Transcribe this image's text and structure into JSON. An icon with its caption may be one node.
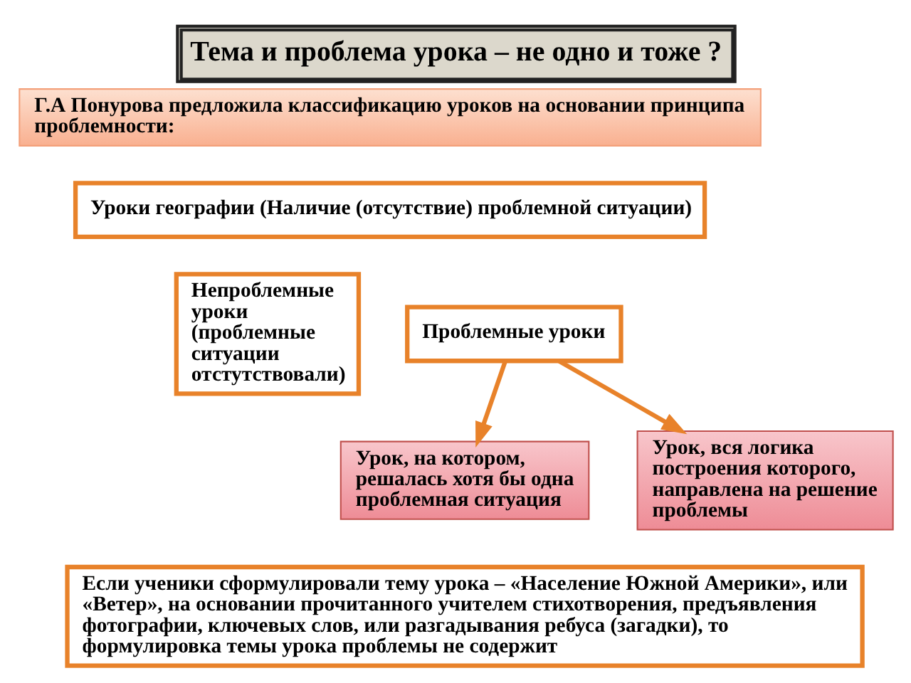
{
  "diagram": {
    "title": "Тема и проблема урока – не одно и тоже ?",
    "nodes": [
      {
        "text": [
          "Г.А Понурова предложила классификацию уроков на основании принципа проблемности:"
        ]
      },
      {
        "text": [
          "Уроки географии (Наличие (отсутствие) проблемной ситуации)"
        ]
      },
      {
        "text": [
          "Непроблемные уроки (проблемные ситуации отстутствовали)"
        ]
      },
      {
        "text": [
          "Проблемные уроки"
        ]
      },
      {
        "text": [
          "Урок, на котором, решалась хотя бы одна проблемная ситуация"
        ]
      },
      {
        "text": [
          "Урок, вся логика построения которого, направлена на решение проблемы"
        ]
      },
      {
        "text": [
          "Если ученики сформулировали тему урока – «Население Южной Америки», или «Ветер», на основании прочитанного учителем стихотворения, предъявления фотографии, ключевых слов, или разгадывания ребуса (загадки), то формулировка темы урока проблемы не содержит"
        ]
      }
    ],
    "edges": [
      {
        "from": 3,
        "to": 4,
        "arrow": "to"
      },
      {
        "from": 3,
        "to": 5,
        "arrow": "to"
      }
    ]
  }
}
